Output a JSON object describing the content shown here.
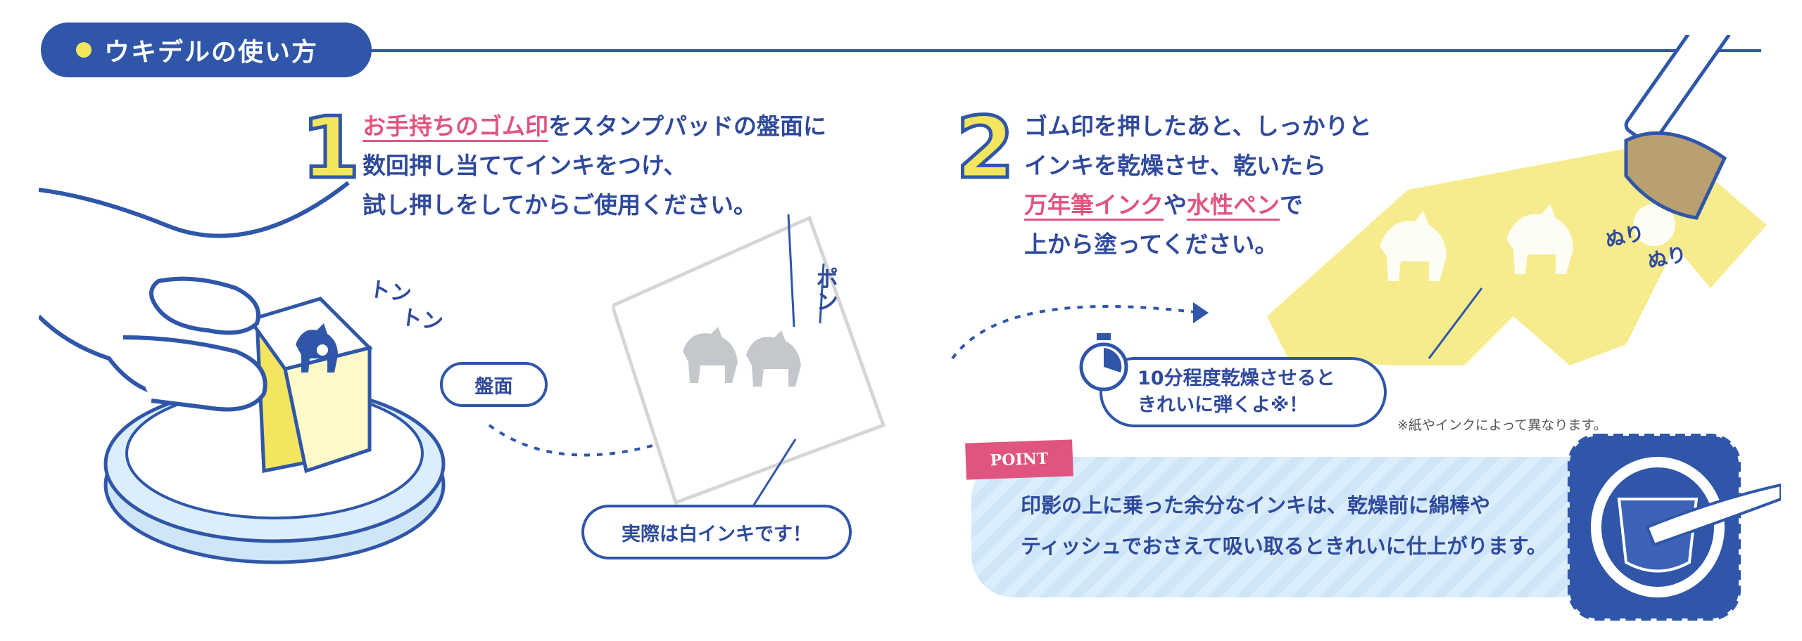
{
  "header": {
    "title": "ウキデルの使い方"
  },
  "step1": {
    "number": "1",
    "line1_highlight": "お手持ちのゴム印",
    "line1_rest": "をスタンプパッドの盤面に",
    "line2": "数回押し当ててインキをつけ、",
    "line3": "試し押しをしてからご使用ください。"
  },
  "step1_labels": {
    "surface": "盤面",
    "sfx_ton1": "トン",
    "sfx_ton2": "トン",
    "sfx_pon": "ポン",
    "white_ink": "実際は白インキです！"
  },
  "step2": {
    "number": "2",
    "line1": "ゴム印を押したあと、しっかりと",
    "line2": "インキを乾燥させ、乾いたら",
    "line3_hl1": "万年筆インク",
    "line3_mid": "や",
    "line3_hl2": "水性ペン",
    "line3_end": "で",
    "line4": "上から塗ってください。"
  },
  "step2_labels": {
    "dry_line1": "10分程度乾燥させると",
    "dry_line2": "きれいに弾くよ※！",
    "note": "※紙やインクによって異なります。",
    "sfx_nuri1": "ぬり",
    "sfx_nuri2": "ぬり"
  },
  "point": {
    "tag": "POINT",
    "line1": "印影の上に乗った余分なインキは、乾燥前に綿棒や",
    "line2": "ティッシュでおさえて吸い取るときれいに仕上がります。"
  },
  "colors": {
    "navy": "#2f56a8",
    "yellow": "#f4e55f",
    "pink": "#e0557f",
    "light_blue": "#dceefc"
  }
}
